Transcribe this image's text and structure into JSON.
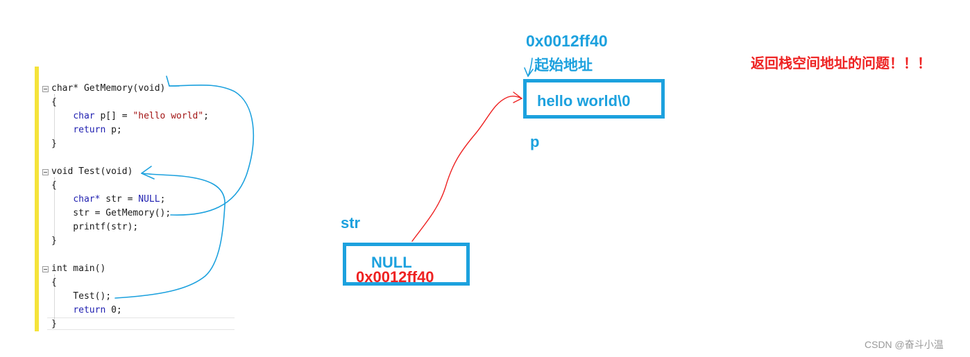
{
  "code": {
    "lines": [
      {
        "pre": "char* GetMemory(void)",
        "fold": true
      },
      {
        "pre": "{"
      },
      {
        "pre": "    ",
        "kw": "char",
        "post": " p[] = ",
        "str": "\"hello world\"",
        "post2": ";"
      },
      {
        "pre": "    ",
        "kw": "return",
        "post": " p;"
      },
      {
        "pre": "}"
      },
      {
        "pre": ""
      },
      {
        "pre": "void Test(void)",
        "fold": true
      },
      {
        "pre": "{"
      },
      {
        "pre": "    ",
        "kw": "char*",
        "post": " str = ",
        "kw2": "NULL",
        "post2": ";"
      },
      {
        "pre": "    str = GetMemory();"
      },
      {
        "pre": "    printf(str);"
      },
      {
        "pre": "}"
      },
      {
        "pre": ""
      },
      {
        "pre": "int main()",
        "fold": true
      },
      {
        "pre": "{"
      },
      {
        "pre": "    Test();"
      },
      {
        "pre": "    ",
        "kw": "return",
        "post": " 0;"
      },
      {
        "pre": "}"
      }
    ]
  },
  "diagram": {
    "top_address": "0x0012ff40",
    "start_address_label": "起始地址",
    "p_box_text": "hello world\\0",
    "p_label": "p",
    "str_label": "str",
    "str_box_old": "NULL",
    "str_box_new": "0x0012ff40"
  },
  "note": "返回栈空间地址的问题！！！",
  "watermark": "CSDN @奋斗小温",
  "colors": {
    "arrow_blue": "#1ca1de",
    "arrow_red": "#ee2222",
    "highlight": "#f5e33a"
  }
}
